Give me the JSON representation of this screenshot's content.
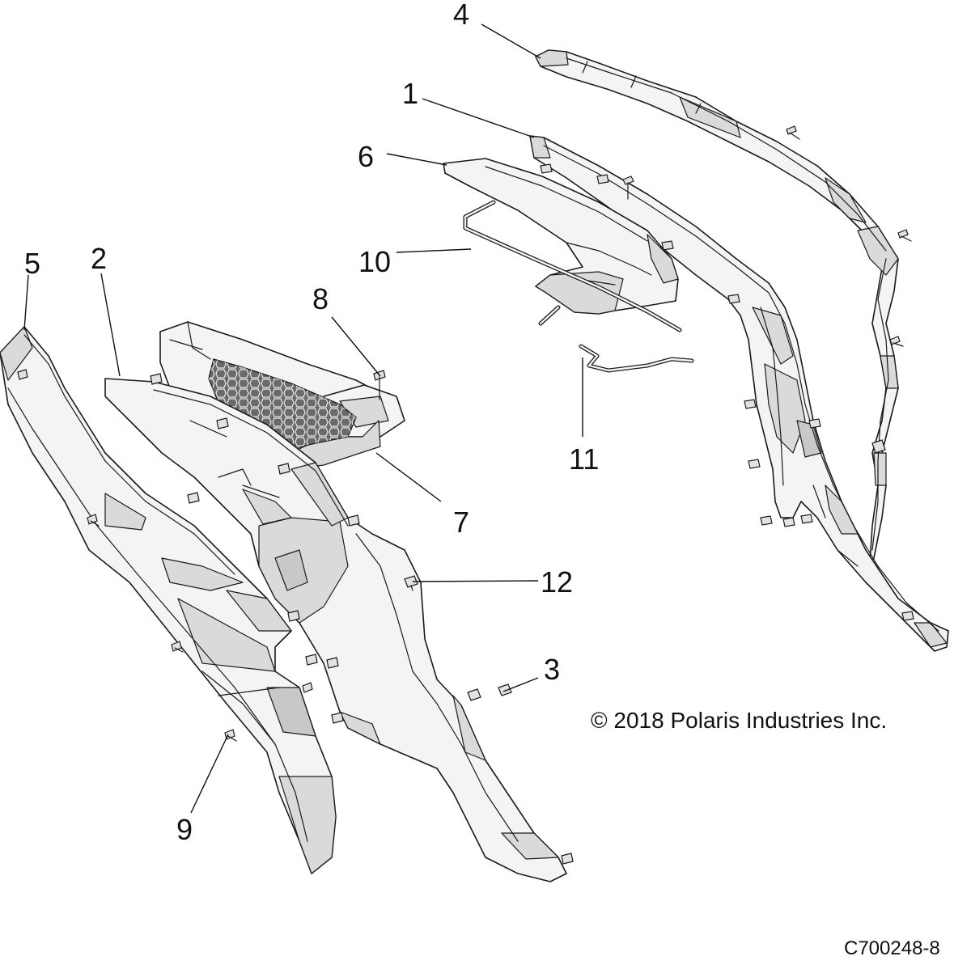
{
  "callouts": {
    "c1": "1",
    "c2": "2",
    "c3": "3",
    "c4": "4",
    "c5": "5",
    "c6": "6",
    "c7": "7",
    "c8": "8",
    "c9": "9",
    "c10": "10",
    "c11": "11",
    "c12": "12"
  },
  "copyright": "© 2018 Polaris Industries Inc.",
  "part_number": "C700248-8"
}
